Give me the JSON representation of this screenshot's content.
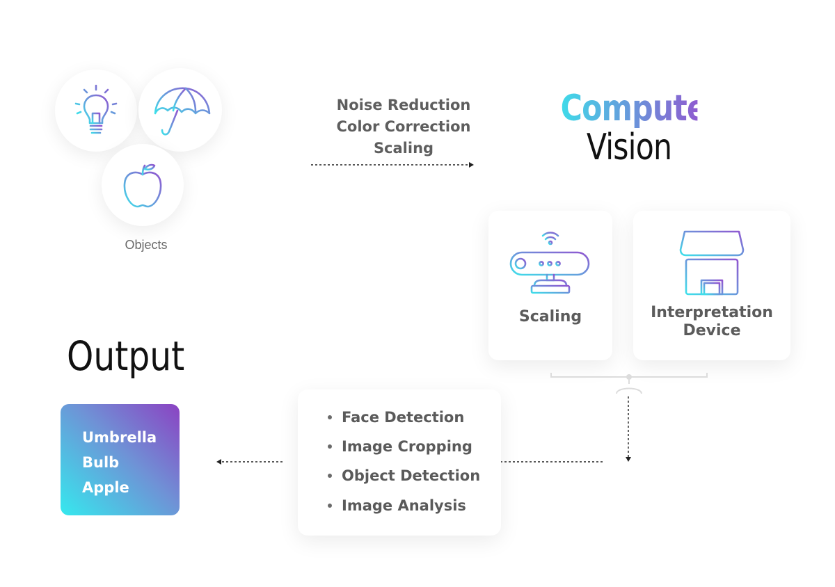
{
  "objects": {
    "label": "Objects",
    "icons": [
      "bulb-icon",
      "umbrella-icon",
      "apple-icon"
    ]
  },
  "preprocessing": {
    "steps": [
      "Noise Reduction",
      "Color Correction",
      "Scaling"
    ]
  },
  "computer_vision": {
    "line1": "Computer",
    "line2": "Vision"
  },
  "devices": [
    {
      "label": "Scaling",
      "icon": "webcam-icon"
    },
    {
      "label_line1": "Interpretation",
      "label_line2": "Device",
      "icon": "laptop-icon"
    }
  ],
  "processing": {
    "items": [
      "Face Detection",
      "Image Cropping",
      "Object Detection",
      "Image Analysis"
    ]
  },
  "output": {
    "title": "Output",
    "items": [
      "Umbrella",
      "Bulb",
      "Apple"
    ]
  },
  "colors": {
    "gradient_start": "#35e9ee",
    "gradient_mid": "#6f92d6",
    "gradient_end": "#8b42c2",
    "text_gray": "#5b5b5b",
    "connector_gray": "#d9d9d9"
  }
}
